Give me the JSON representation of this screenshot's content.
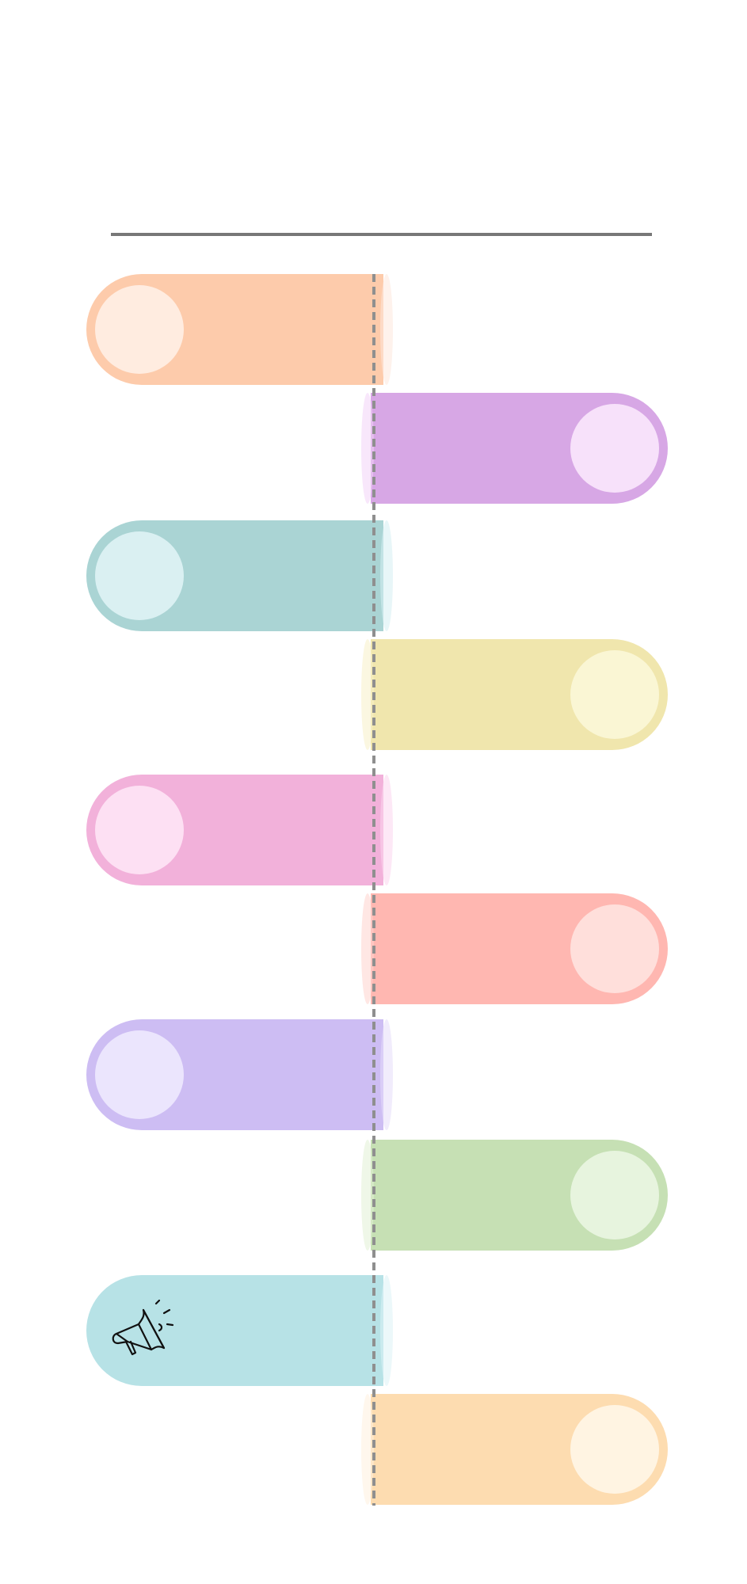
{
  "diagram": {
    "rule_color": "#777777",
    "spine_color": "#8f8f8f",
    "items": [
      {
        "side": "left",
        "color": "#fdcbab",
        "circle": "#ffece0",
        "lip": "#fde8dc",
        "icon": ""
      },
      {
        "side": "right",
        "color": "#d7a7e5",
        "circle": "#f7e1fa",
        "lip": "#f3d3f7",
        "icon": ""
      },
      {
        "side": "left",
        "color": "#aad4d4",
        "circle": "#daf0f2",
        "lip": "#d5eef3",
        "icon": ""
      },
      {
        "side": "right",
        "color": "#f0e6ad",
        "circle": "#faf6d4",
        "lip": "#f7f0c9",
        "icon": ""
      },
      {
        "side": "left",
        "color": "#f2b1da",
        "circle": "#fde0f3",
        "lip": "#fbd6ee",
        "icon": ""
      },
      {
        "side": "right",
        "color": "#ffb7b1",
        "circle": "#ffdfdb",
        "lip": "#ffd3ce",
        "icon": ""
      },
      {
        "side": "left",
        "color": "#cdbdf3",
        "circle": "#ebe5fd",
        "lip": "#e6ddfa",
        "icon": ""
      },
      {
        "side": "right",
        "color": "#c6e0b4",
        "circle": "#e7f4de",
        "lip": "#e1f1d6",
        "icon": ""
      },
      {
        "side": "left",
        "color": "#b7e2e6",
        "circle": "",
        "lip": "#dcf3f6",
        "icon": "megaphone-icon"
      },
      {
        "side": "right",
        "color": "#fddcb0",
        "circle": "#fff4e2",
        "lip": "#fff0de",
        "icon": ""
      }
    ]
  }
}
